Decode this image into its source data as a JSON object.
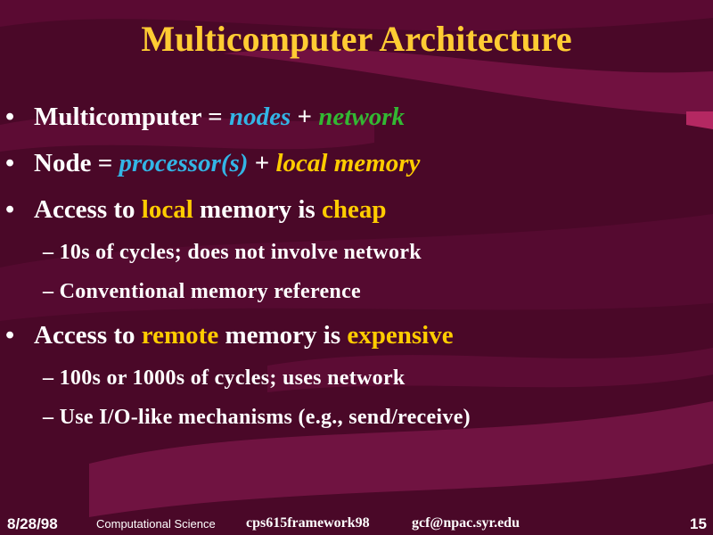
{
  "title": "Multicomputer Architecture",
  "bullets": [
    {
      "marker": "•",
      "parts": [
        "Multicomputer = ",
        "nodes",
        " + ",
        "network"
      ]
    },
    {
      "marker": "•",
      "parts": [
        "Node = ",
        "processor(s)",
        " + ",
        "local memory"
      ]
    },
    {
      "marker": "•",
      "parts": [
        "Access to ",
        "local",
        " memory is ",
        "cheap"
      ],
      "subs": [
        "– 10s of cycles; does not involve network",
        "– Conventional memory reference"
      ]
    },
    {
      "marker": "•",
      "parts": [
        "Access to ",
        "remote",
        " memory is ",
        "expensive"
      ],
      "subs": [
        "– 100s or 1000s of cycles; uses network",
        "– Use I/O-like mechanisms (e.g., send/receive)"
      ]
    }
  ],
  "footer": {
    "date": "8/28/98",
    "course": "Computational Science",
    "framework": "cps615framework98",
    "email": "gcf@npac.syr.edu",
    "page": "15"
  },
  "colors": {
    "background": "#4a0828",
    "title": "#ffcc33",
    "blue": "#33b5e5",
    "green": "#33b833",
    "yellow": "#ffcc00"
  }
}
